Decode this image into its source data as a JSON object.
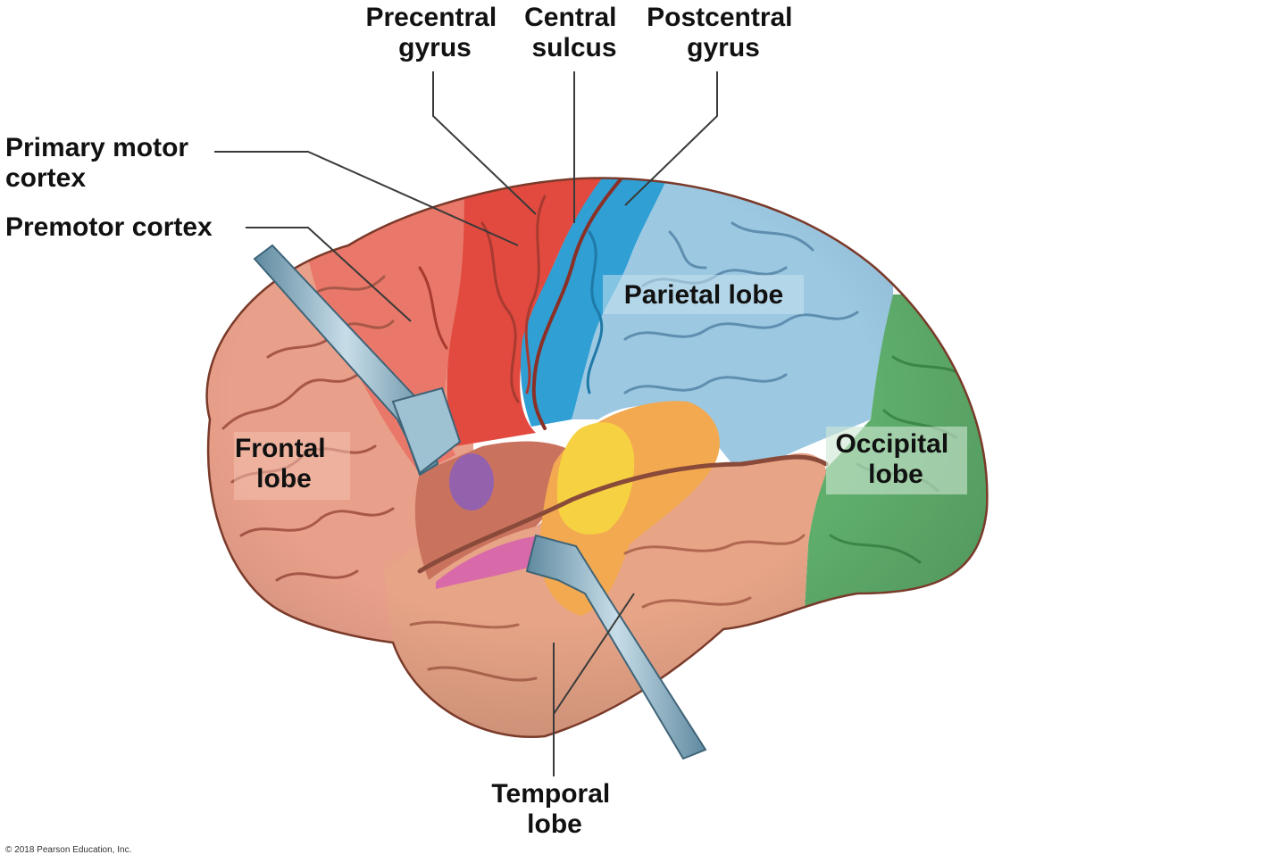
{
  "labels": {
    "precentral_gyrus": [
      "Precentral",
      "gyrus"
    ],
    "central_sulcus": [
      "Central",
      "sulcus"
    ],
    "postcentral_gyrus": [
      "Postcentral",
      "gyrus"
    ],
    "primary_motor_cortex": [
      "Primary motor",
      "cortex"
    ],
    "premotor_cortex": [
      "Premotor cortex"
    ],
    "parietal_lobe": [
      "Parietal lobe"
    ],
    "frontal_lobe": [
      "Frontal",
      "lobe"
    ],
    "occipital_lobe": [
      "Occipital",
      "lobe"
    ],
    "temporal_lobe": [
      "Temporal",
      "lobe"
    ]
  },
  "copyright": "© 2018 Pearson Education, Inc.",
  "colors": {
    "frontal": "#e9a08a",
    "premotor": "#e9786a",
    "primary_motor": "#e24a3f",
    "postcentral": "#2f9fd4",
    "parietal": "#9cc8e2",
    "occipital": "#5fae6c",
    "temporal": "#e7a487",
    "auditory": "#f3a94f",
    "wernicke": "#f6d142",
    "insula": "#c9735f",
    "broca": "#8e5fb6",
    "gustatory": "#d96aaa",
    "probe": "#8fb5c8"
  }
}
